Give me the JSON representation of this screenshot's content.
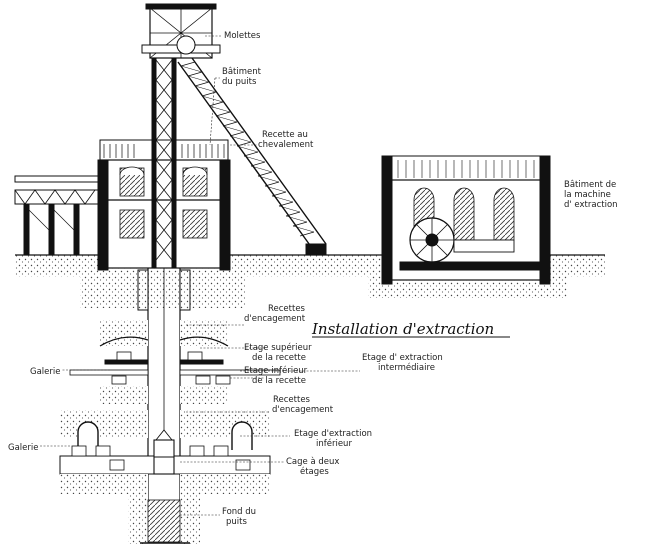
{
  "title": "Installation d'extraction",
  "labels": {
    "molettes": "Molettes",
    "batiment_puits_1": "Bâtiment",
    "batiment_puits_2": "du puits",
    "recette_chevalement_1": "Recette au",
    "recette_chevalement_2": "chevalement",
    "batiment_machine_1": "Bâtiment de",
    "batiment_machine_2": "la machine",
    "batiment_machine_3": "d' extraction",
    "recettes_encagement_top_1": "Recettes",
    "recettes_encagement_top_2": "d'encagement",
    "etage_superieur_1": "Etage supérieur",
    "etage_superieur_2": "de la recette",
    "etage_intermediaire_1": "Etage d' extraction",
    "etage_intermediaire_2": "intermédiaire",
    "galerie_top": "Galerie",
    "etage_inferieur_1": "Etage inférieur",
    "etage_inferieur_2": "de la recette",
    "recettes_encagement_bottom_1": "Recettes",
    "recettes_encagement_bottom_2": "d'encagement",
    "etage_extraction_inferieur_1": "Etage d'extraction",
    "etage_extraction_inferieur_2": "inférieur",
    "galerie_bottom": "Galerie",
    "cage_deux_etages_1": "Cage à deux",
    "cage_deux_etages_2": "étages",
    "fond_puits_1": "Fond du",
    "fond_puits_2": "puits"
  }
}
